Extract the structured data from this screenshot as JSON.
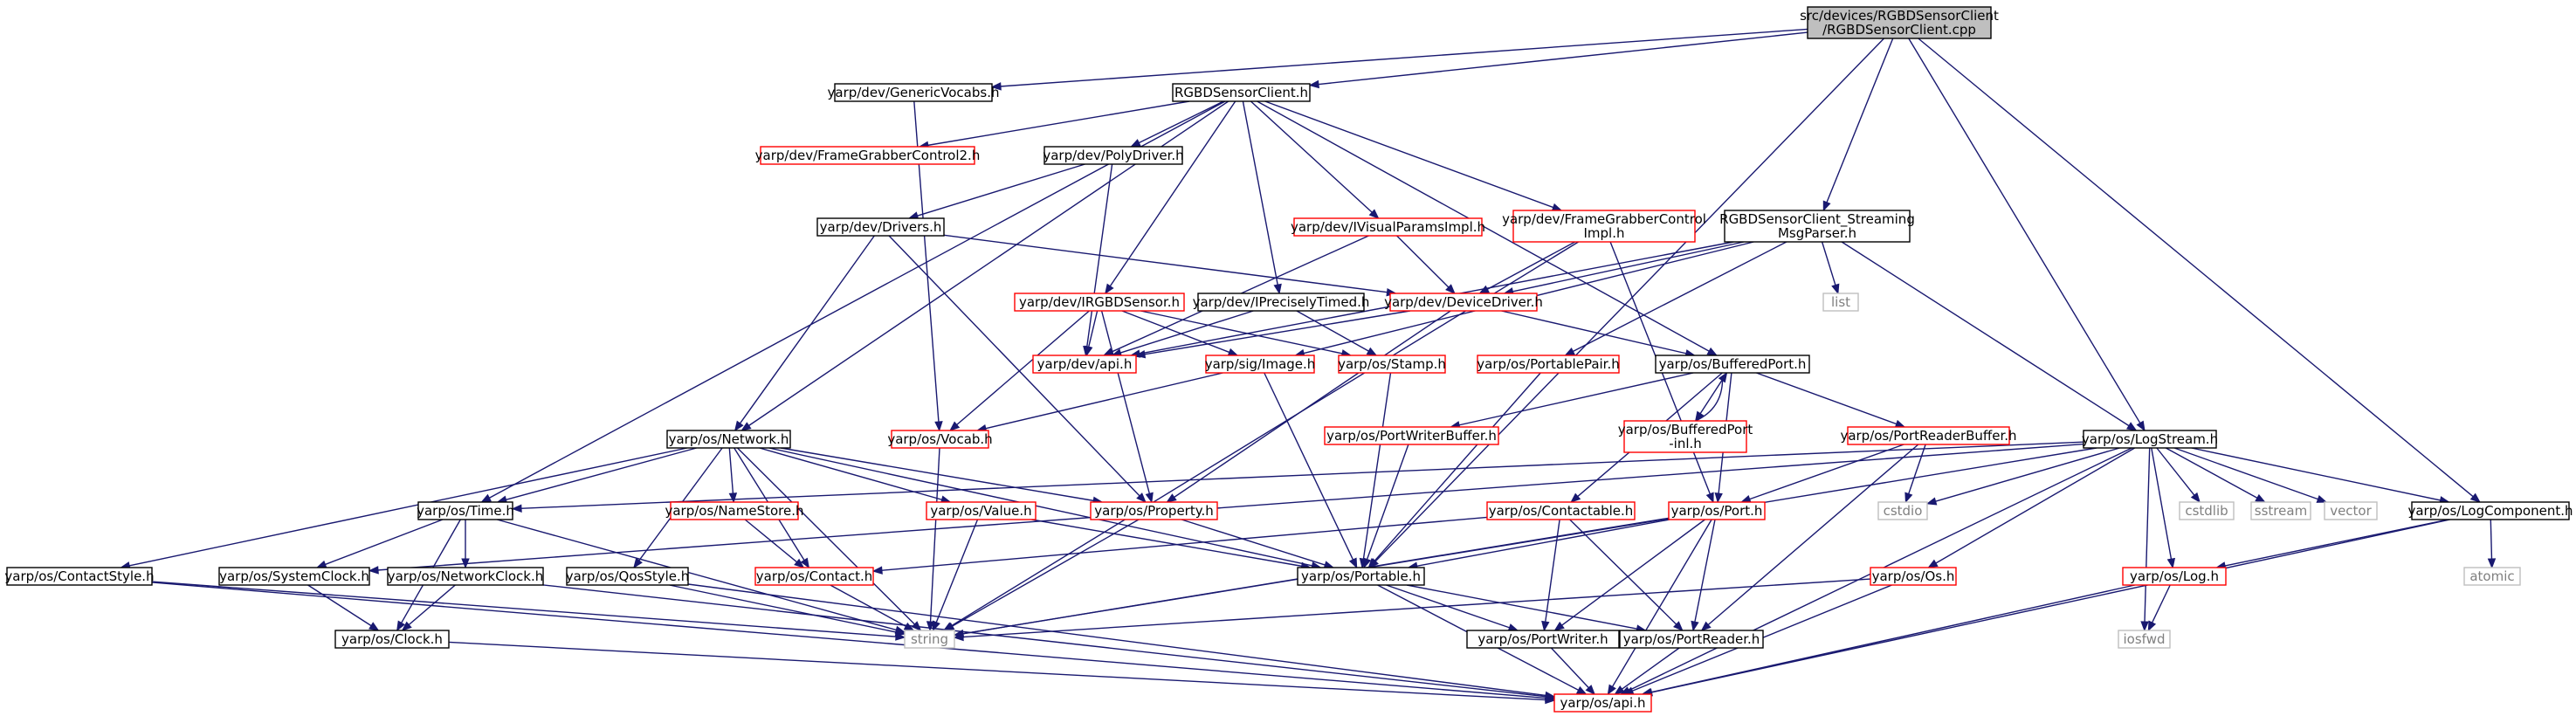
{
  "colors": {
    "edge": "#191970",
    "root_fill": "#bfbfbf",
    "root_border": "#000000",
    "local_border": "#000000",
    "linked_border": "#ff0000",
    "system_border": "#bfbfbf",
    "system_text": "#7f7f7f"
  },
  "nodes": {
    "root": {
      "lines": [
        "src/devices/RGBDSensorClient",
        "/RGBDSensorClient.cpp"
      ],
      "kind": "root"
    },
    "generic_vocabs": {
      "lines": [
        "yarp/dev/GenericVocabs.h"
      ],
      "kind": "local"
    },
    "rgbd_client_h": {
      "lines": [
        "RGBDSensorClient.h"
      ],
      "kind": "local"
    },
    "frame_grabber_control2": {
      "lines": [
        "yarp/dev/FrameGrabberControl2.h"
      ],
      "kind": "linked"
    },
    "poly_driver": {
      "lines": [
        "yarp/dev/PolyDriver.h"
      ],
      "kind": "local"
    },
    "drivers": {
      "lines": [
        "yarp/dev/Drivers.h"
      ],
      "kind": "local"
    },
    "ivisual_params_impl": {
      "lines": [
        "yarp/dev/IVisualParamsImpl.h"
      ],
      "kind": "linked"
    },
    "frame_grabber_control_impl": {
      "lines": [
        "yarp/dev/FrameGrabberControl",
        "Impl.h"
      ],
      "kind": "linked"
    },
    "streaming_parser": {
      "lines": [
        "RGBDSensorClient_Streaming",
        "MsgParser.h"
      ],
      "kind": "local"
    },
    "list": {
      "lines": [
        "list"
      ],
      "kind": "system"
    },
    "irgbd_sensor": {
      "lines": [
        "yarp/dev/IRGBDSensor.h"
      ],
      "kind": "linked"
    },
    "iprecisely_timed": {
      "lines": [
        "yarp/dev/IPreciselyTimed.h"
      ],
      "kind": "local"
    },
    "device_driver": {
      "lines": [
        "yarp/dev/DeviceDriver.h"
      ],
      "kind": "linked"
    },
    "dev_api": {
      "lines": [
        "yarp/dev/api.h"
      ],
      "kind": "linked"
    },
    "sig_image": {
      "lines": [
        "yarp/sig/Image.h"
      ],
      "kind": "linked"
    },
    "stamp": {
      "lines": [
        "yarp/os/Stamp.h"
      ],
      "kind": "linked"
    },
    "portable_pair": {
      "lines": [
        "yarp/os/PortablePair.h"
      ],
      "kind": "linked"
    },
    "buffered_port": {
      "lines": [
        "yarp/os/BufferedPort.h"
      ],
      "kind": "local"
    },
    "buffered_port_inl": {
      "lines": [
        "yarp/os/BufferedPort",
        "-inl.h"
      ],
      "kind": "linked"
    },
    "port_writer_buffer": {
      "lines": [
        "yarp/os/PortWriterBuffer.h"
      ],
      "kind": "linked"
    },
    "port_reader_buffer": {
      "lines": [
        "yarp/os/PortReaderBuffer.h"
      ],
      "kind": "linked"
    },
    "network": {
      "lines": [
        "yarp/os/Network.h"
      ],
      "kind": "local"
    },
    "vocab": {
      "lines": [
        "yarp/os/Vocab.h"
      ],
      "kind": "linked"
    },
    "log_stream": {
      "lines": [
        "yarp/os/LogStream.h"
      ],
      "kind": "local"
    },
    "time": {
      "lines": [
        "yarp/os/Time.h"
      ],
      "kind": "local"
    },
    "name_store": {
      "lines": [
        "yarp/os/NameStore.h"
      ],
      "kind": "linked"
    },
    "value": {
      "lines": [
        "yarp/os/Value.h"
      ],
      "kind": "linked"
    },
    "property": {
      "lines": [
        "yarp/os/Property.h"
      ],
      "kind": "linked"
    },
    "contactable": {
      "lines": [
        "yarp/os/Contactable.h"
      ],
      "kind": "linked"
    },
    "port": {
      "lines": [
        "yarp/os/Port.h"
      ],
      "kind": "linked"
    },
    "cstdio": {
      "lines": [
        "cstdio"
      ],
      "kind": "system"
    },
    "cstdlib": {
      "lines": [
        "cstdlib"
      ],
      "kind": "system"
    },
    "sstream": {
      "lines": [
        "sstream"
      ],
      "kind": "system"
    },
    "vector": {
      "lines": [
        "vector"
      ],
      "kind": "system"
    },
    "log_component": {
      "lines": [
        "yarp/os/LogComponent.h"
      ],
      "kind": "local"
    },
    "contact_style": {
      "lines": [
        "yarp/os/ContactStyle.h"
      ],
      "kind": "local"
    },
    "system_clock": {
      "lines": [
        "yarp/os/SystemClock.h"
      ],
      "kind": "local"
    },
    "network_clock": {
      "lines": [
        "yarp/os/NetworkClock.h"
      ],
      "kind": "local"
    },
    "qos_style": {
      "lines": [
        "yarp/os/QosStyle.h"
      ],
      "kind": "local"
    },
    "contact": {
      "lines": [
        "yarp/os/Contact.h"
      ],
      "kind": "linked"
    },
    "portable": {
      "lines": [
        "yarp/os/Portable.h"
      ],
      "kind": "local"
    },
    "os_h": {
      "lines": [
        "yarp/os/Os.h"
      ],
      "kind": "linked"
    },
    "log": {
      "lines": [
        "yarp/os/Log.h"
      ],
      "kind": "linked"
    },
    "atomic": {
      "lines": [
        "atomic"
      ],
      "kind": "system"
    },
    "clock": {
      "lines": [
        "yarp/os/Clock.h"
      ],
      "kind": "local"
    },
    "string": {
      "lines": [
        "string"
      ],
      "kind": "system"
    },
    "port_writer": {
      "lines": [
        "yarp/os/PortWriter.h"
      ],
      "kind": "local"
    },
    "port_reader": {
      "lines": [
        "yarp/os/PortReader.h"
      ],
      "kind": "local"
    },
    "iosfwd": {
      "lines": [
        "iosfwd"
      ],
      "kind": "system"
    },
    "os_api": {
      "lines": [
        "yarp/os/api.h"
      ],
      "kind": "linked"
    }
  },
  "edges": [
    [
      "root",
      "generic_vocabs"
    ],
    [
      "root",
      "rgbd_client_h"
    ],
    [
      "root",
      "streaming_parser"
    ],
    [
      "root",
      "log_stream"
    ],
    [
      "root",
      "log_component"
    ],
    [
      "root",
      "portable"
    ],
    [
      "generic_vocabs",
      "vocab"
    ],
    [
      "rgbd_client_h",
      "frame_grabber_control2"
    ],
    [
      "rgbd_client_h",
      "poly_driver"
    ],
    [
      "rgbd_client_h",
      "ivisual_params_impl"
    ],
    [
      "rgbd_client_h",
      "frame_grabber_control_impl"
    ],
    [
      "rgbd_client_h",
      "irgbd_sensor"
    ],
    [
      "rgbd_client_h",
      "iprecisely_timed"
    ],
    [
      "rgbd_client_h",
      "network"
    ],
    [
      "rgbd_client_h",
      "time"
    ],
    [
      "rgbd_client_h",
      "buffered_port"
    ],
    [
      "poly_driver",
      "drivers"
    ],
    [
      "poly_driver",
      "dev_api"
    ],
    [
      "drivers",
      "device_driver"
    ],
    [
      "drivers",
      "network"
    ],
    [
      "drivers",
      "property"
    ],
    [
      "ivisual_params_impl",
      "device_driver"
    ],
    [
      "ivisual_params_impl",
      "dev_api"
    ],
    [
      "frame_grabber_control_impl",
      "device_driver"
    ],
    [
      "frame_grabber_control_impl",
      "port"
    ],
    [
      "frame_grabber_control_impl",
      "string"
    ],
    [
      "streaming_parser",
      "list"
    ],
    [
      "streaming_parser",
      "device_driver"
    ],
    [
      "streaming_parser",
      "sig_image"
    ],
    [
      "streaming_parser",
      "portable_pair"
    ],
    [
      "streaming_parser",
      "log_stream"
    ],
    [
      "streaming_parser",
      "dev_api"
    ],
    [
      "irgbd_sensor",
      "dev_api"
    ],
    [
      "irgbd_sensor",
      "sig_image"
    ],
    [
      "irgbd_sensor",
      "stamp"
    ],
    [
      "irgbd_sensor",
      "vocab"
    ],
    [
      "irgbd_sensor",
      "property"
    ],
    [
      "iprecisely_timed",
      "dev_api"
    ],
    [
      "iprecisely_timed",
      "stamp"
    ],
    [
      "device_driver",
      "dev_api"
    ],
    [
      "device_driver",
      "buffered_port"
    ],
    [
      "device_driver",
      "property"
    ],
    [
      "sig_image",
      "vocab"
    ],
    [
      "sig_image",
      "portable"
    ],
    [
      "stamp",
      "portable"
    ],
    [
      "portable_pair",
      "portable"
    ],
    [
      "buffered_port",
      "buffered_port_inl"
    ],
    [
      "buffered_port",
      "port_writer_buffer"
    ],
    [
      "buffered_port",
      "port_reader_buffer"
    ],
    [
      "buffered_port",
      "contactable"
    ],
    [
      "buffered_port",
      "port"
    ],
    [
      "buffered_port_inl",
      "buffered_port"
    ],
    [
      "port_writer_buffer",
      "portable"
    ],
    [
      "port_reader_buffer",
      "port"
    ],
    [
      "port_reader_buffer",
      "cstdio"
    ],
    [
      "port_reader_buffer",
      "port_reader"
    ],
    [
      "network",
      "time"
    ],
    [
      "network",
      "name_store"
    ],
    [
      "network",
      "value"
    ],
    [
      "network",
      "property"
    ],
    [
      "network",
      "contact"
    ],
    [
      "network",
      "contact_style"
    ],
    [
      "network",
      "qos_style"
    ],
    [
      "network",
      "portable"
    ],
    [
      "network",
      "string"
    ],
    [
      "vocab",
      "string"
    ],
    [
      "log_stream",
      "cstdio"
    ],
    [
      "log_stream",
      "cstdlib"
    ],
    [
      "log_stream",
      "sstream"
    ],
    [
      "log_stream",
      "vector"
    ],
    [
      "log_stream",
      "log_component"
    ],
    [
      "log_stream",
      "os_h"
    ],
    [
      "log_stream",
      "log"
    ],
    [
      "log_stream",
      "iosfwd"
    ],
    [
      "log_stream",
      "string"
    ],
    [
      "log_stream",
      "os_api"
    ],
    [
      "log_stream",
      "time"
    ],
    [
      "log_stream",
      "system_clock"
    ],
    [
      "time",
      "system_clock"
    ],
    [
      "time",
      "network_clock"
    ],
    [
      "time",
      "clock"
    ],
    [
      "time",
      "string"
    ],
    [
      "name_store",
      "contact"
    ],
    [
      "value",
      "portable"
    ],
    [
      "value",
      "string"
    ],
    [
      "property",
      "portable"
    ],
    [
      "property",
      "string"
    ],
    [
      "contactable",
      "contact"
    ],
    [
      "contactable",
      "port_writer"
    ],
    [
      "contactable",
      "port_reader"
    ],
    [
      "port",
      "portable"
    ],
    [
      "port",
      "port_writer"
    ],
    [
      "port",
      "port_reader"
    ],
    [
      "port",
      "os_api"
    ],
    [
      "port",
      "string"
    ],
    [
      "log_component",
      "log"
    ],
    [
      "log_component",
      "atomic"
    ],
    [
      "log_component",
      "os_api"
    ],
    [
      "contact_style",
      "string"
    ],
    [
      "contact_style",
      "os_api"
    ],
    [
      "system_clock",
      "clock"
    ],
    [
      "network_clock",
      "clock"
    ],
    [
      "network_clock",
      "os_api"
    ],
    [
      "qos_style",
      "string"
    ],
    [
      "qos_style",
      "os_api"
    ],
    [
      "contact",
      "string"
    ],
    [
      "portable",
      "port_writer"
    ],
    [
      "portable",
      "port_reader"
    ],
    [
      "portable",
      "os_api"
    ],
    [
      "os_h",
      "string"
    ],
    [
      "os_h",
      "os_api"
    ],
    [
      "log",
      "iosfwd"
    ],
    [
      "log",
      "os_api"
    ],
    [
      "clock",
      "os_api"
    ],
    [
      "port_writer",
      "os_api"
    ],
    [
      "port_reader",
      "os_api"
    ]
  ]
}
